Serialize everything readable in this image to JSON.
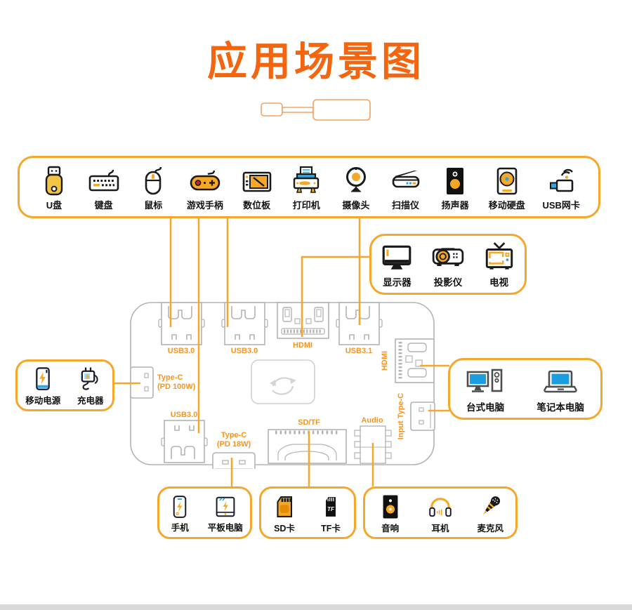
{
  "title": "应用场景图",
  "colors": {
    "accent": "#F3650E",
    "box_border": "#F5A72B",
    "port_label": "#F7941D"
  },
  "top_devices": {
    "items": [
      {
        "label": "U盘"
      },
      {
        "label": "键盘"
      },
      {
        "label": "鼠标"
      },
      {
        "label": "游戏手柄"
      },
      {
        "label": "数位板"
      },
      {
        "label": "打印机"
      },
      {
        "label": "摄像头"
      },
      {
        "label": "扫描仪"
      },
      {
        "label": "扬声器"
      },
      {
        "label": "移动硬盘"
      },
      {
        "label": "USB网卡"
      }
    ]
  },
  "display_devices": {
    "items": [
      {
        "label": "显示器"
      },
      {
        "label": "投影仪"
      },
      {
        "label": "电视"
      }
    ]
  },
  "power_devices": {
    "items": [
      {
        "label": "移动电源"
      },
      {
        "label": "充电器"
      }
    ]
  },
  "computer_devices": {
    "items": [
      {
        "label": "台式电脑"
      },
      {
        "label": "笔记本电脑"
      }
    ]
  },
  "mobile_devices": {
    "items": [
      {
        "label": "手机"
      },
      {
        "label": "平板电脑"
      }
    ]
  },
  "card_devices": {
    "items": [
      {
        "label": "SD卡"
      },
      {
        "label": "TF卡"
      }
    ],
    "tf_text": "TF"
  },
  "audio_devices": {
    "items": [
      {
        "label": "音响"
      },
      {
        "label": "耳机"
      },
      {
        "label": "麦克风"
      }
    ]
  },
  "hub": {
    "ports": {
      "usb30_a": "USB3.0",
      "usb30_b": "USB3.0",
      "hdmi_top": "HDMI",
      "usb31": "USB3.1",
      "typec_100_line1": "Type-C",
      "typec_100_line2": "(PD 100W)",
      "usb30_c": "USB3.0",
      "typec_18_line1": "Type-C",
      "typec_18_line2": "(PD 18W)",
      "sdtf": "SD/TF",
      "audio": "Audio",
      "hdmi_side": "HDMI",
      "input_typec": "Input Type-C"
    }
  }
}
